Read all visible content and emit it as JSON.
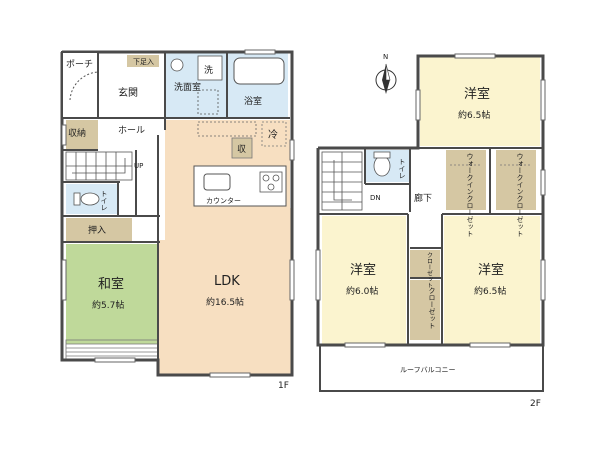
{
  "floor1": {
    "floor_label": "1F",
    "porch": "ポーチ",
    "shoe_storage": "下足入",
    "entrance": "玄関",
    "washroom": "洗面室",
    "washer": "洗",
    "bath": "浴室",
    "storage": "収納",
    "hall": "ホール",
    "up": "UP",
    "toilet": "トイレ",
    "oshiire": "押入",
    "washitsu": "和室",
    "washitsu_size": "約5.7帖",
    "ldk": "LDK",
    "ldk_size": "約16.5帖",
    "fridge": "冷",
    "kitchen_storage": "収",
    "counter": "カウンター"
  },
  "floor2": {
    "floor_label": "2F",
    "north": "N",
    "room_ne": "洋室",
    "room_ne_size": "約6.5帖",
    "toilet": "トイレ",
    "walkin1": "ウォークインクローゼット",
    "walkin2": "ウォークインクローゼット",
    "corridor": "廊下",
    "dn": "DN",
    "room_sw": "洋室",
    "room_sw_size": "約6.0帖",
    "closet_small": "クローゼット",
    "closet_tall": "クローゼット",
    "room_se": "洋室",
    "room_se_size": "約6.5帖",
    "balcony": "ルーフバルコニー"
  },
  "colors": {
    "wall": "#4a4a4a",
    "ldk_floor": "#f7dfc1",
    "washitsu_floor": "#bfd99a",
    "western_floor": "#fbf4cf",
    "wet_floor": "#d7e9f5",
    "storage_floor": "#d5c7a3",
    "hall_floor": "#ffffff"
  }
}
